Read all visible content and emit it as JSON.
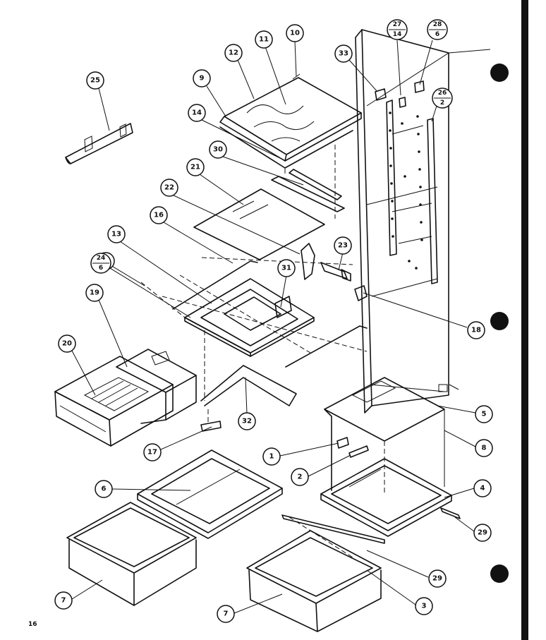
{
  "page_number": "16",
  "callouts": [
    {
      "id": "c25",
      "label": "25"
    },
    {
      "id": "c12",
      "label": "12"
    },
    {
      "id": "c11",
      "label": "11"
    },
    {
      "id": "c10",
      "label": "10"
    },
    {
      "id": "c9",
      "label": "9"
    },
    {
      "id": "c14",
      "label": "14"
    },
    {
      "id": "c30",
      "label": "30"
    },
    {
      "id": "c21",
      "label": "21"
    },
    {
      "id": "c22",
      "label": "22"
    },
    {
      "id": "c16",
      "label": "16"
    },
    {
      "id": "c13",
      "label": "13"
    },
    {
      "id": "c15",
      "label": "15"
    },
    {
      "id": "c19",
      "label": "19"
    },
    {
      "id": "c20",
      "label": "20"
    },
    {
      "id": "c23",
      "label": "23"
    },
    {
      "id": "c31",
      "label": "31"
    },
    {
      "id": "c18",
      "label": "18"
    },
    {
      "id": "c32",
      "label": "32"
    },
    {
      "id": "c17",
      "label": "17"
    },
    {
      "id": "c33",
      "label": "33"
    },
    {
      "id": "c5",
      "label": "5"
    },
    {
      "id": "c8",
      "label": "8"
    },
    {
      "id": "c1",
      "label": "1"
    },
    {
      "id": "c2",
      "label": "2"
    },
    {
      "id": "c4",
      "label": "4"
    },
    {
      "id": "c6",
      "label": "6"
    },
    {
      "id": "c29a",
      "label": "29"
    },
    {
      "id": "c29b",
      "label": "29"
    },
    {
      "id": "c3",
      "label": "3"
    },
    {
      "id": "c7a",
      "label": "7"
    },
    {
      "id": "c7b",
      "label": "7"
    }
  ],
  "fraction_callouts": [
    {
      "id": "f27",
      "top": "27",
      "bottom": "14"
    },
    {
      "id": "f28",
      "top": "28",
      "bottom": "6"
    },
    {
      "id": "f26",
      "top": "26",
      "bottom": "2"
    },
    {
      "id": "f24",
      "top": "24",
      "bottom": "6"
    }
  ]
}
